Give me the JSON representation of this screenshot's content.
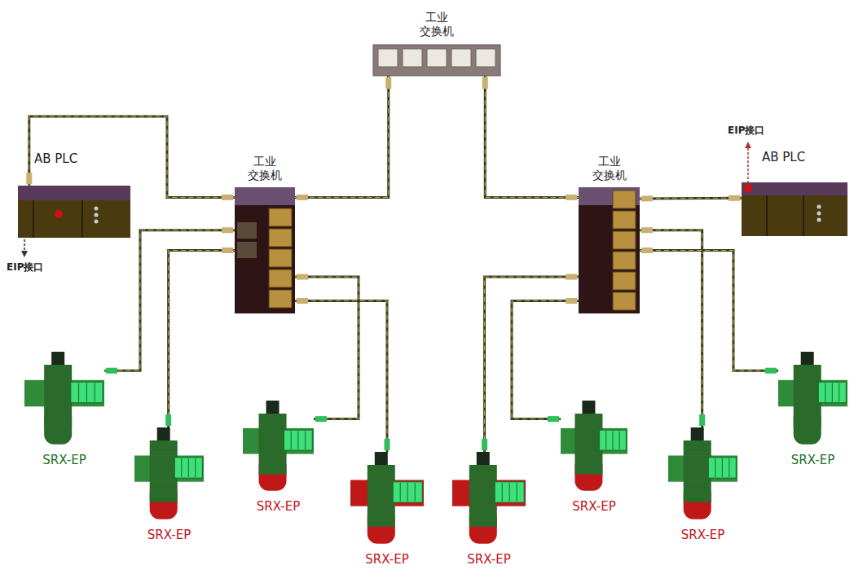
{
  "diagram": {
    "nodes": [
      {
        "text": [
          "工业 交换机"
        ]
      },
      {
        "text": [
          "AB PLC"
        ]
      },
      {
        "text": [
          "工业 交换机"
        ]
      },
      {
        "text": [
          "工业 交换机"
        ]
      },
      {
        "text": [
          "AB PLC"
        ]
      },
      {
        "text": [
          "SRX-EP"
        ]
      },
      {
        "text": [
          "SRX-EP"
        ]
      },
      {
        "text": [
          "SRX-EP"
        ]
      },
      {
        "text": [
          "SRX-EP"
        ]
      },
      {
        "text": [
          "SRX-EP"
        ]
      },
      {
        "text": [
          "SRX-EP"
        ]
      },
      {
        "text": [
          "SRX-EP"
        ]
      },
      {
        "text": [
          "SRX-EP"
        ]
      }
    ],
    "edges": [
      {
        "from": 0,
        "to": 2,
        "arrow": "none"
      },
      {
        "from": 0,
        "to": 3,
        "arrow": "none"
      },
      {
        "from": 1,
        "to": 2,
        "arrow": "none"
      },
      {
        "from": 2,
        "to": 5,
        "arrow": "none"
      },
      {
        "from": 2,
        "to": 6,
        "arrow": "none"
      },
      {
        "from": 2,
        "to": 7,
        "arrow": "none"
      },
      {
        "from": 2,
        "to": 8,
        "arrow": "none"
      },
      {
        "from": 3,
        "to": 4,
        "arrow": "none"
      },
      {
        "from": 3,
        "to": 9,
        "arrow": "none"
      },
      {
        "from": 3,
        "to": 10,
        "arrow": "none"
      },
      {
        "from": 3,
        "to": 11,
        "arrow": "none"
      },
      {
        "from": 3,
        "to": 12,
        "arrow": "none"
      }
    ],
    "labels": [
      "EIP接口",
      "EIP接口"
    ]
  }
}
